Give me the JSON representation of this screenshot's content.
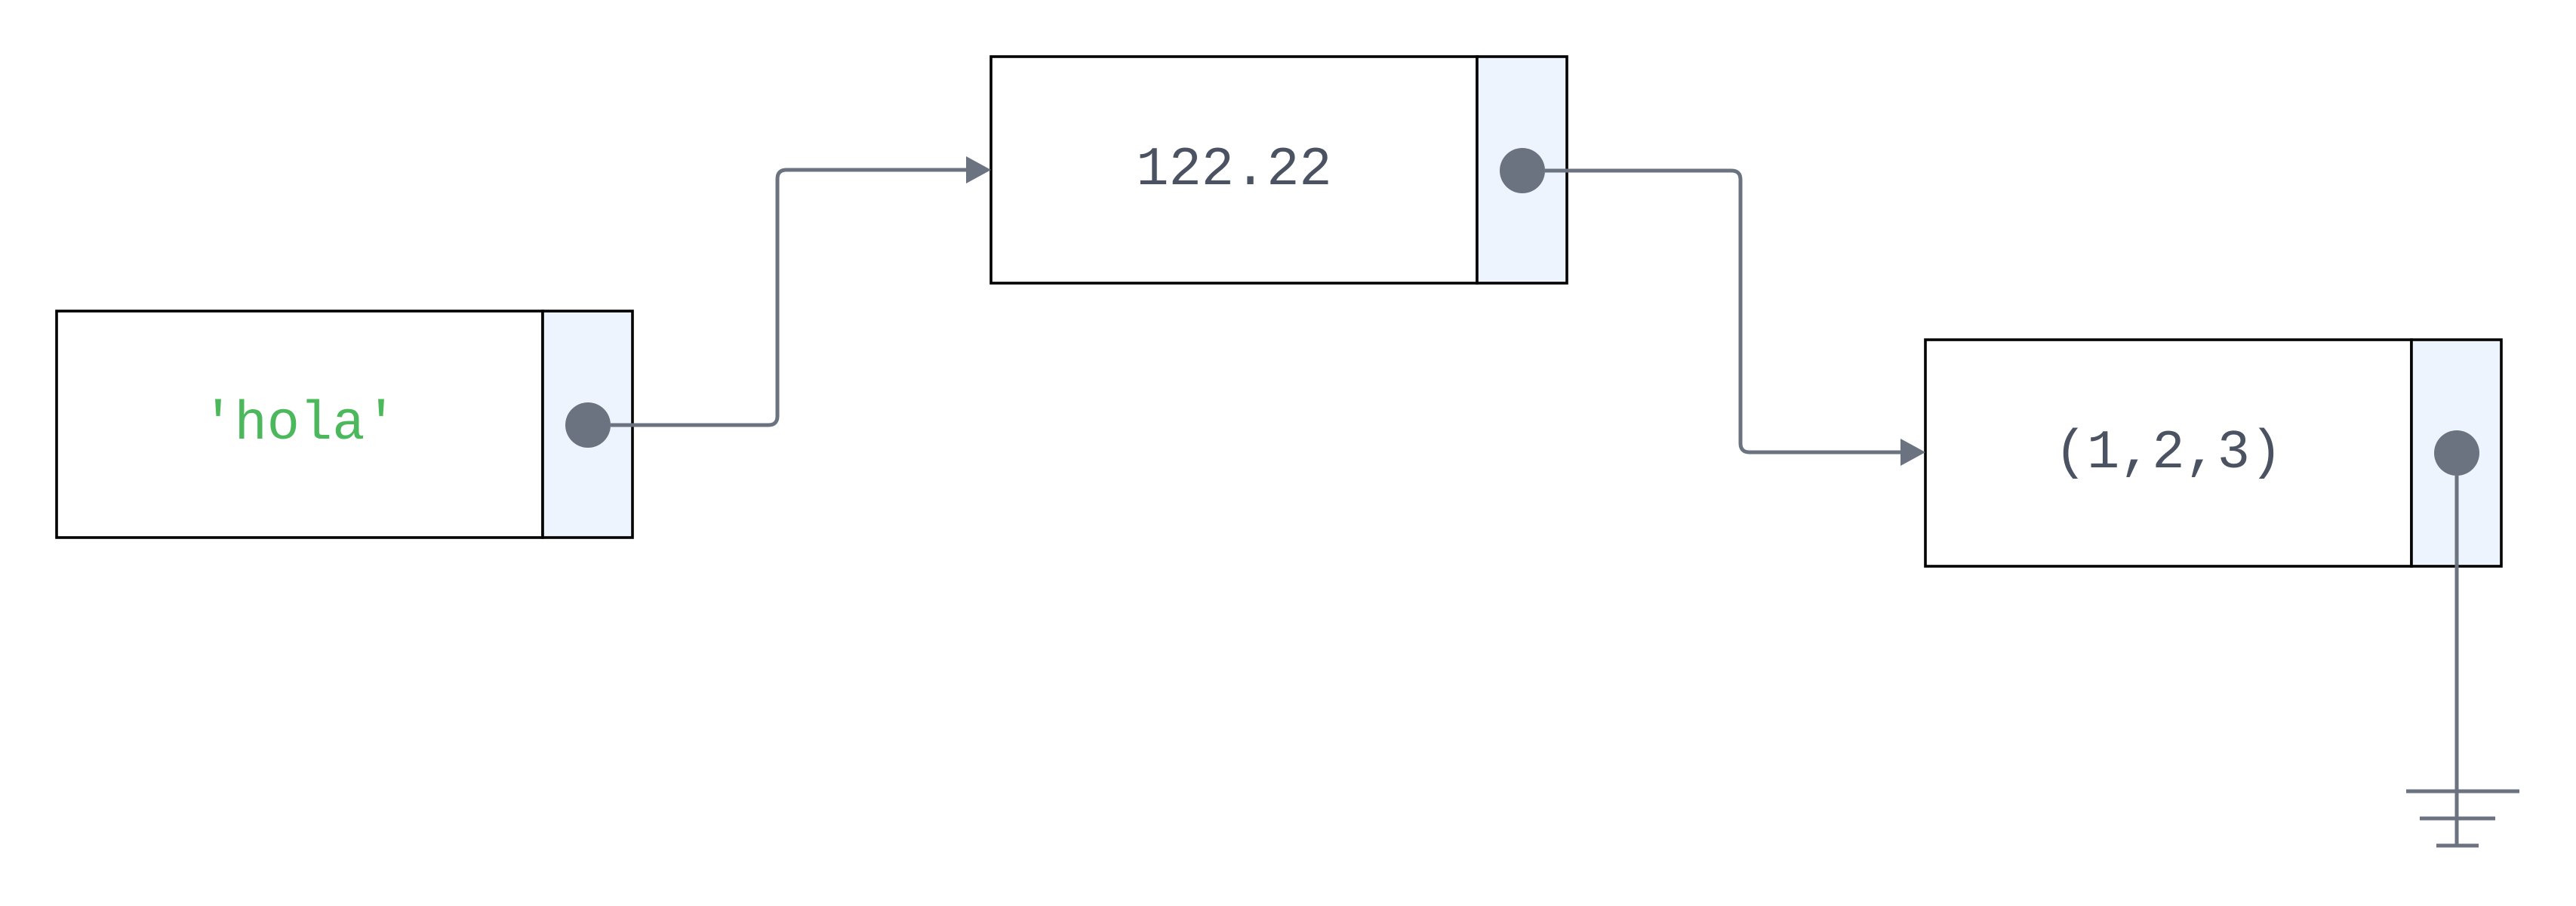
{
  "diagram": {
    "type": "linked-list",
    "nodes": [
      {
        "id": "node-1",
        "value": "'hola'",
        "value_color": "#4cb85c"
      },
      {
        "id": "node-2",
        "value": "122.22",
        "value_color": "#4b5262"
      },
      {
        "id": "node-3",
        "value": "(1,2,3)",
        "value_color": "#4b5262"
      }
    ],
    "links": [
      {
        "from": "node-1",
        "to": "node-2"
      },
      {
        "from": "node-2",
        "to": "node-3"
      },
      {
        "from": "node-3",
        "to": "null"
      }
    ],
    "terminator": "ground-symbol",
    "colors": {
      "pointer_cell": "#eef4fe",
      "connector": "#6b7280",
      "border": "#000000"
    }
  }
}
